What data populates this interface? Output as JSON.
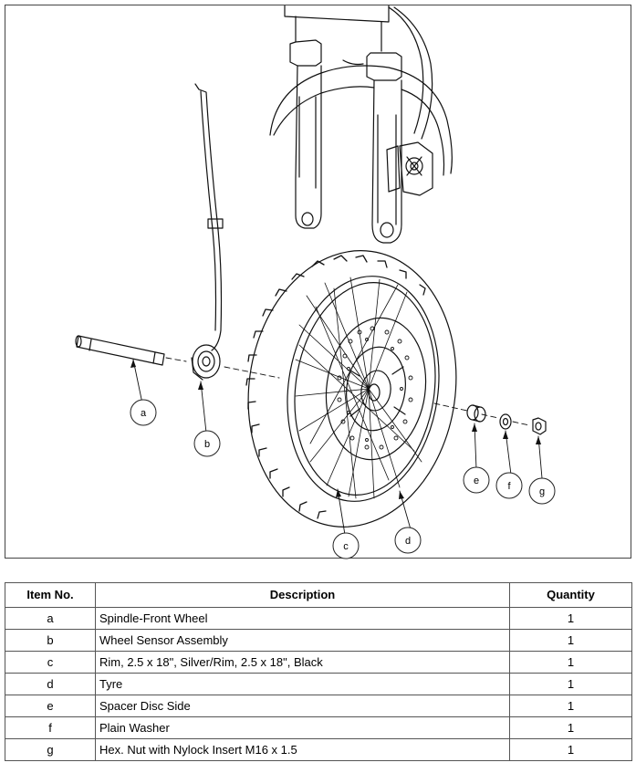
{
  "callouts": {
    "a": "a",
    "b": "b",
    "c": "c",
    "d": "d",
    "e": "e",
    "f": "f",
    "g": "g"
  },
  "table": {
    "headers": {
      "item": "Item No.",
      "description": "Description",
      "quantity": "Quantity"
    },
    "rows": [
      {
        "item": "a",
        "description": "Spindle-Front Wheel",
        "quantity": "1"
      },
      {
        "item": "b",
        "description": "Wheel Sensor Assembly",
        "quantity": "1"
      },
      {
        "item": "c",
        "description": "Rim, 2.5 x 18\", Silver/Rim, 2.5 x 18\", Black",
        "quantity": "1"
      },
      {
        "item": "d",
        "description": "Tyre",
        "quantity": "1"
      },
      {
        "item": "e",
        "description": "Spacer Disc Side",
        "quantity": "1"
      },
      {
        "item": "f",
        "description": "Plain Washer",
        "quantity": "1"
      },
      {
        "item": "g",
        "description": "Hex. Nut with Nylock Insert M16 x 1.5",
        "quantity": "1"
      }
    ]
  }
}
